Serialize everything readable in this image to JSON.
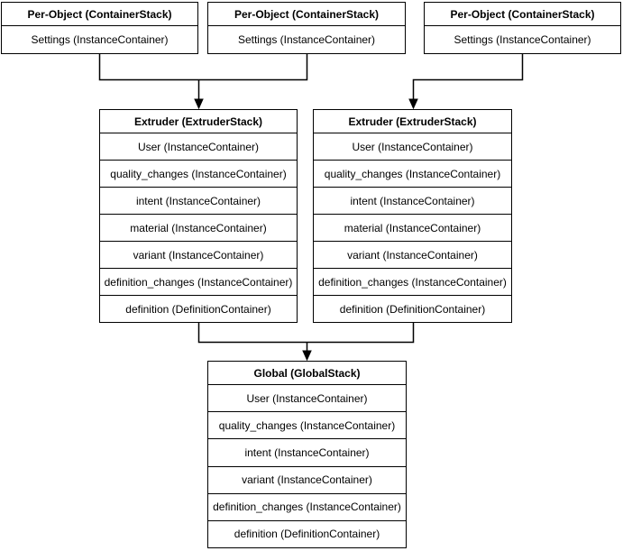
{
  "colors": {
    "background": "#ffffff",
    "border": "#000000",
    "text": "#000000"
  },
  "diagram": {
    "per_object_1": {
      "title": "Per-Object (ContainerStack)",
      "rows": [
        "Settings (InstanceContainer)"
      ]
    },
    "per_object_2": {
      "title": "Per-Object (ContainerStack)",
      "rows": [
        "Settings (InstanceContainer)"
      ]
    },
    "per_object_3": {
      "title": "Per-Object (ContainerStack)",
      "rows": [
        "Settings (InstanceContainer)"
      ]
    },
    "extruder_left": {
      "title": "Extruder (ExtruderStack)",
      "rows": [
        "User (InstanceContainer)",
        "quality_changes (InstanceContainer)",
        "intent (InstanceContainer)",
        "material (InstanceContainer)",
        "variant (InstanceContainer)",
        "definition_changes (InstanceContainer)",
        "definition (DefinitionContainer)"
      ]
    },
    "extruder_right": {
      "title": "Extruder (ExtruderStack)",
      "rows": [
        "User (InstanceContainer)",
        "quality_changes (InstanceContainer)",
        "intent (InstanceContainer)",
        "material (InstanceContainer)",
        "variant (InstanceContainer)",
        "definition_changes (InstanceContainer)",
        "definition (DefinitionContainer)"
      ]
    },
    "global_stack": {
      "title": "Global (GlobalStack)",
      "rows": [
        "User (InstanceContainer)",
        "quality_changes (InstanceContainer)",
        "intent (InstanceContainer)",
        "variant (InstanceContainer)",
        "definition_changes (InstanceContainer)",
        "definition (DefinitionContainer)"
      ]
    }
  }
}
